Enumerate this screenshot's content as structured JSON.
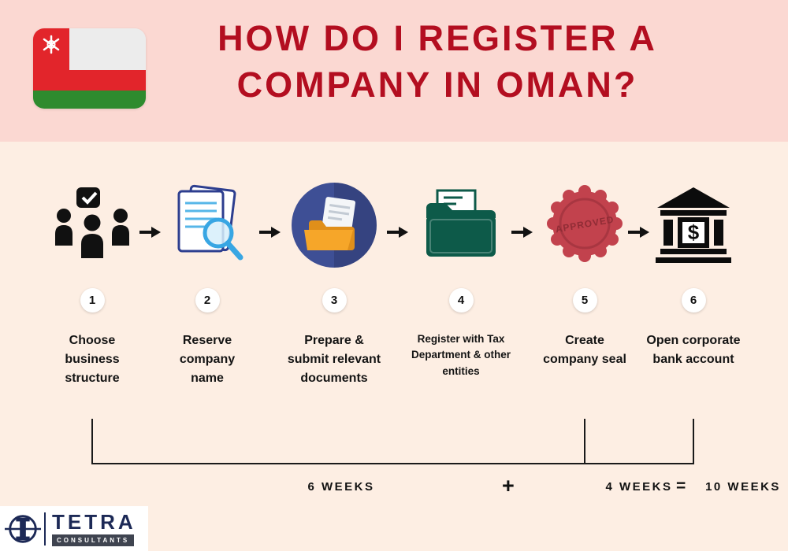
{
  "header": {
    "title_line1": "HOW DO I REGISTER A",
    "title_line2": "COMPANY IN OMAN?"
  },
  "steps": [
    {
      "number": "1",
      "label": "Choose business structure",
      "icon": "team-checklist-icon"
    },
    {
      "number": "2",
      "label": "Reserve company name",
      "icon": "document-magnifier-icon"
    },
    {
      "number": "3",
      "label": "Prepare & submit relevant documents",
      "icon": "folder-documents-icon"
    },
    {
      "number": "4",
      "label": "Register with Tax Department & other entities",
      "icon": "green-folder-icon"
    },
    {
      "number": "5",
      "label": "Create company seal",
      "icon": "wax-seal-icon",
      "icon_text": "APPROVED"
    },
    {
      "number": "6",
      "label": "Open corporate bank account",
      "icon": "bank-icon",
      "icon_text": "$"
    }
  ],
  "timeline": {
    "first_duration": "6 WEEKS",
    "plus_sign": "+",
    "second_duration": "4 WEEKS",
    "equals_sign": "=",
    "total_duration": "10 WEEKS"
  },
  "footer": {
    "brand": "TETRA",
    "brand_sub": "CONSULTANTS"
  },
  "colors": {
    "header_bg": "#fbd8d2",
    "body_bg": "#fdeee3",
    "title_red": "#b30e20",
    "flag_red": "#e2252b",
    "flag_green": "#2e8b2e",
    "circle_blue": "#3e4f95",
    "folder_orange": "#f6a629",
    "folder_green": "#0d5a49",
    "seal_red": "#c2424d",
    "navy": "#1c2956"
  }
}
